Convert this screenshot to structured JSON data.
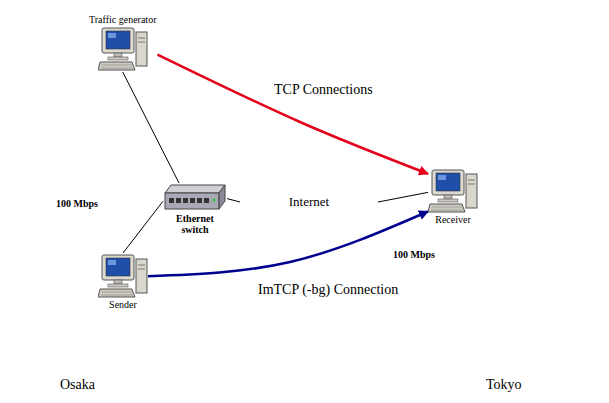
{
  "diagram": {
    "nodes": [
      {
        "text": [
          "Osaka"
        ]
      },
      {
        "text": [
          "Traffic generator"
        ],
        "in": 0
      },
      {
        "text": [
          "Sender"
        ],
        "in": 0
      },
      {
        "text": [
          "Ethernet switch"
        ],
        "in": 0
      },
      {
        "text": [
          "Internet"
        ]
      },
      {
        "text": [
          "Tokyo"
        ]
      },
      {
        "text": [
          "Receiver"
        ],
        "in": 5
      }
    ],
    "edges": [
      {
        "from": 1,
        "to": 3,
        "arrow": "none"
      },
      {
        "from": 2,
        "to": 3,
        "arrow": "none"
      },
      {
        "from": 3,
        "to": 4,
        "arrow": "none"
      },
      {
        "from": 4,
        "to": 6,
        "arrow": "none"
      },
      {
        "from": 1,
        "to": 6,
        "label": "TCP Connections",
        "arrow": "to"
      },
      {
        "from": 2,
        "to": 6,
        "label": "ImTCP (-bg) Connection",
        "arrow": "to"
      }
    ],
    "labels": [
      "100 Mbps",
      "100 Mbps"
    ]
  }
}
